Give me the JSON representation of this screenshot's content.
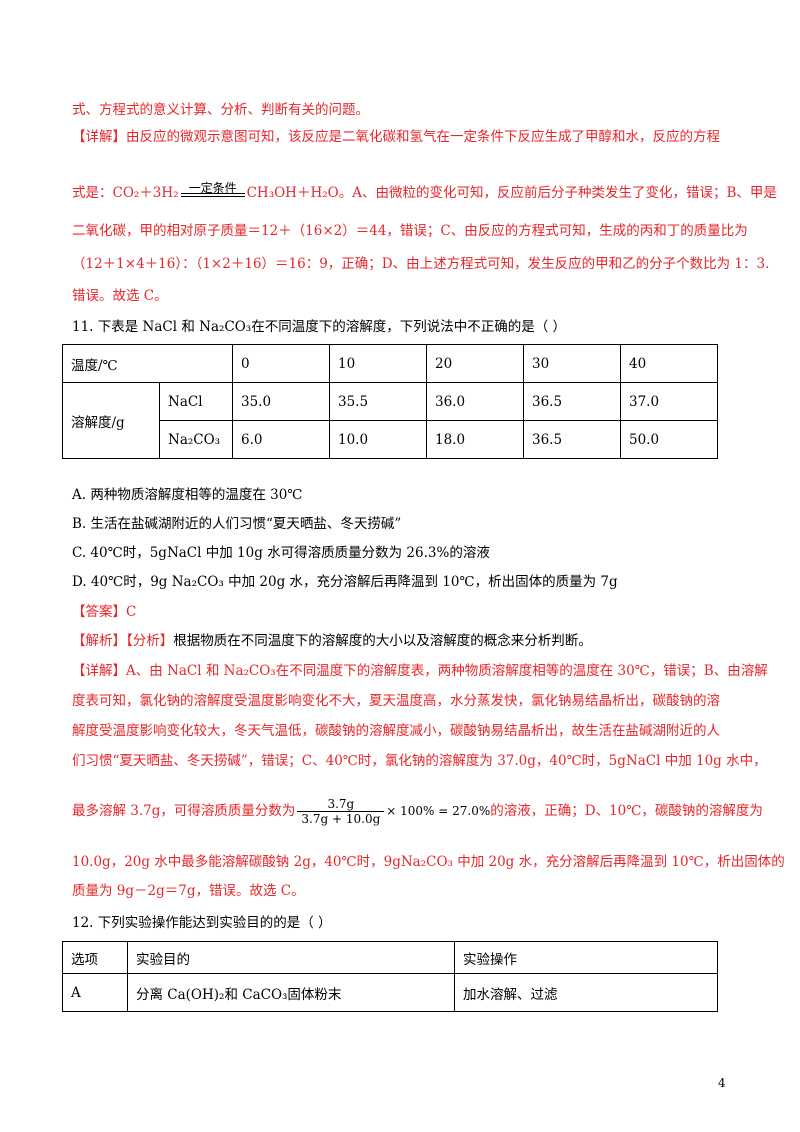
{
  "lines": {
    "l1": "式、方程式的意义计算、分析、判断有关的问题。",
    "l2_tag": "【详解】",
    "l2": "由反应的微观示意图可知，该反应是二氧化碳和氢气在一定条件下反应生成了甲醇和水，反应的方程",
    "l3a": "式是：CO₂＋3H₂",
    "l3_cond": "一定条件",
    "l3b": "CH₃OH＋H₂O。A、由微粒的变化可知，反应前后分子种类发生了变化，错误；B、甲是",
    "l4": "二氧化碳，甲的相对原子质量＝12＋（16×2）＝44，错误；C、由反应的方程式可知，生成的丙和丁的质量比为",
    "l5": "（12＋1×4＋16）：（1×2＋16）＝16：9，正确；D、由上述方程式可知，发生反应的甲和乙的分子个数比为 1：3.",
    "l6": "错误。故选 C。"
  },
  "q11": {
    "stem": "11.  下表是 NaCl 和 Na₂CO₃在不同温度下的溶解度，下列说法中不正确的是（        ）",
    "table": {
      "temp_label": "温度/℃",
      "temps": [
        "0",
        "10",
        "20",
        "30",
        "40"
      ],
      "sol_label": "溶解度/g",
      "rows": [
        {
          "name": "NaCl",
          "values": [
            "35.0",
            "35.5",
            "36.0",
            "36.5",
            "37.0"
          ]
        },
        {
          "name": "Na₂CO₃",
          "values": [
            "6.0",
            "10.0",
            "18.0",
            "36.5",
            "50.0"
          ]
        }
      ]
    },
    "options": [
      "A.  两种物质溶解度相等的温度在 30℃",
      "B.  生活在盐碱湖附近的人们习惯“夏天晒盐、冬天捞碱”",
      "C.  40℃时，5gNaCl 中加 10g 水可得溶质质量分数为 26.3%的溶液",
      "D.  40℃时，9g  Na₂CO₃ 中加 20g 水，充分溶解后再降温到 10℃，析出固体的质量为 7g"
    ],
    "answer_tag": "【答案】",
    "answer": "C",
    "analysis_tag": "【解析】【分析】",
    "analysis": "根据物质在不同温度下的溶解度的大小以及溶解度的概念来分析判断。",
    "detail_tag": "【详解】",
    "d1": "A、由 NaCl 和 Na₂CO₃在不同温度下的溶解度表，两种物质溶解度相等的温度在 30℃，错误；B、由溶解",
    "d2": "度表可知，氯化钠的溶解度受温度影响变化不大，夏天温度高，水分蒸发快，氯化钠易结晶析出，碳酸钠的溶",
    "d3": "解度受温度影响变化较大，冬天气温低，碳酸钠的溶解度减小，碳酸钠易结晶析出，故生活在盐碱湖附近的人",
    "d4": "们习惯“夏天晒盐、冬天捞碱”，错误；C、40℃时，氯化钠的溶解度为 37.0g，40℃时，5gNaCl 中加 10g 水中，",
    "d5a": "最多溶解 3.7g，可得溶质质量分数为",
    "frac_num": "3.7g",
    "frac_den": "3.7g + 10.0g",
    "frac_tail": "× 100% = 27.0%",
    "d5b": "的溶液，正确；D、10℃，碳酸钠的溶解度为",
    "d6": "10.0g，20g 水中最多能溶解碳酸钠 2g，40℃时，9gNa₂CO₃ 中加 20g 水，充分溶解后再降温到 10℃，析出固体的",
    "d7": "质量为 9g－2g＝7g，错误。故选 C。"
  },
  "q12": {
    "stem": "12.  下列实验操作能达到实验目的的是（        ）",
    "headers": [
      "选项",
      "实验目的",
      "实验操作"
    ],
    "rows": [
      [
        "A",
        "分离 Ca(OH)₂和 CaCO₃固体粉末",
        "加水溶解、过滤"
      ]
    ]
  },
  "page_number": "4"
}
